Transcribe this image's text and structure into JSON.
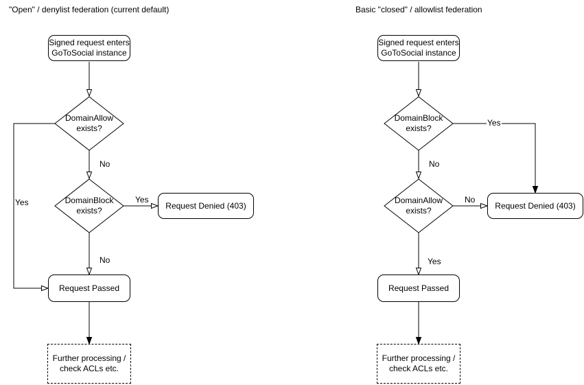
{
  "page": {
    "background": "#ffffff",
    "line_color": "#000000",
    "text_color": "#000000"
  },
  "left_chart": {
    "title": "\"Open\" / denylist federation (current default)",
    "nodes": {
      "start": "Signed request enters\nGoToSocial instance",
      "decision1": "DomainAllow\nexists?",
      "decision2": "DomainBlock\nexists?",
      "denied": "Request Denied (403)",
      "passed": "Request Passed",
      "further": "Further processing /\ncheck ACLs etc."
    },
    "edge_labels": {
      "decision1_no": "No",
      "decision1_yes": "Yes",
      "decision2_yes": "Yes",
      "decision2_no": "No"
    }
  },
  "right_chart": {
    "title": "Basic \"closed\" / allowlist federation",
    "nodes": {
      "start": "Signed request enters\nGoToSocial instance",
      "decision1": "DomainBlock\nexists?",
      "decision2": "DomainAllow\nexists?",
      "denied": "Request Denied (403)",
      "passed": "Request Passed",
      "further": "Further processing /\ncheck ACLs etc."
    },
    "edge_labels": {
      "decision1_yes": "Yes",
      "decision1_no": "No",
      "decision2_no": "No",
      "decision2_yes": "Yes"
    }
  }
}
